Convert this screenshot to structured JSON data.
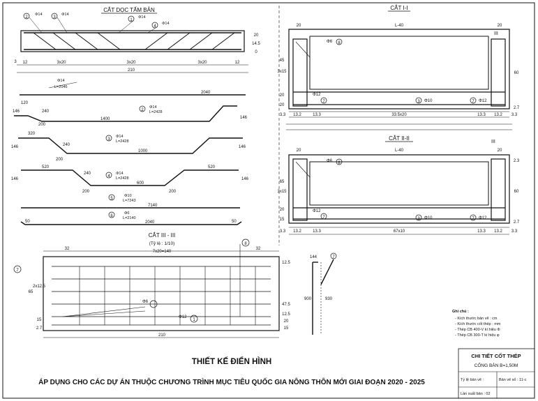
{
  "sections": {
    "long_title": "CẮT DỌC TẤM BẢN",
    "s11": "CẮT I-I",
    "s22": "CẮT II-II",
    "s33": "CẮT III - III",
    "s33_scale": "(Tỷ lệ : 1/10)",
    "roman_three": "III"
  },
  "top_view": {
    "bar_labels": [
      "Φ14",
      "Φ14",
      "Φ14",
      "Φ14"
    ],
    "marks": [
      "2",
      "3",
      "1",
      "4"
    ],
    "dims_bottom": [
      "12",
      "3x20",
      "3x20",
      "3x20",
      "12"
    ],
    "total": "210",
    "right_dims": [
      "20",
      "14.5",
      "0"
    ],
    "left_dim": "3"
  },
  "bars": [
    {
      "id": "1",
      "spec": "Φ14",
      "len": "L=2046",
      "dims": [
        "2040"
      ]
    },
    {
      "id": "2",
      "spec": "Φ14",
      "len": "L=2428",
      "dims": [
        "120",
        "146",
        "240",
        "200",
        "1400",
        "146"
      ]
    },
    {
      "id": "3",
      "spec": "Φ14",
      "len": "L=2428",
      "dims": [
        "320",
        "146",
        "240",
        "200",
        "1000",
        "146"
      ]
    },
    {
      "id": "4",
      "spec": "Φ14",
      "len": "L=2428",
      "dims": [
        "520",
        "146",
        "240",
        "200",
        "600",
        "520",
        "146",
        "200"
      ]
    },
    {
      "id": "5",
      "spec": "Φ10",
      "len": "L=7243",
      "dims": [
        "7140"
      ]
    },
    {
      "id": "6",
      "spec": "Φ6",
      "len": "L=2140",
      "dims": [
        "50",
        "2040",
        "50"
      ]
    }
  ],
  "sec_i": {
    "top": [
      "20",
      "L-40",
      "20"
    ],
    "left": [
      "45",
      "3x15",
      "20",
      "20"
    ],
    "right": [
      "60",
      "2.7"
    ],
    "bottom": [
      "3.3",
      "13.2",
      "13.3",
      "33.5x20",
      "13.3",
      "13.2",
      "3.3"
    ],
    "rebar": [
      "Φ6",
      "Φ12",
      "Φ10",
      "Φ12"
    ],
    "marks": [
      "8",
      "7",
      "3",
      "7"
    ]
  },
  "sec_ii": {
    "top": [
      "20",
      "L-40",
      "20"
    ],
    "left": [
      "65",
      "3x15",
      "20",
      "15"
    ],
    "right": [
      "60",
      "2.3",
      "2.7"
    ],
    "bottom": [
      "3.3",
      "13.2",
      "13.3",
      "67x10",
      "13.3",
      "13.2",
      "3.3"
    ],
    "rebar": [
      "Φ6",
      "Φ12",
      "Φ10",
      "Φ12"
    ],
    "marks": [
      "8",
      "7",
      "3",
      "7"
    ]
  },
  "sec_iii": {
    "top": [
      "32",
      "7x20=140",
      "32"
    ],
    "left": [
      "65",
      "2x12.5",
      "15",
      "2.7"
    ],
    "right": [
      "12.5",
      "47.5",
      "12.5",
      "20",
      "15"
    ],
    "total": "210",
    "rebar": [
      "Φ6",
      "Φ12"
    ],
    "marks": [
      "8",
      "7",
      "1"
    ]
  },
  "stirrup": {
    "dims": [
      "144",
      "900",
      "930"
    ],
    "mark": "7"
  },
  "notes": {
    "title": "Ghi chú :",
    "lines": [
      "- Kích thước bản vẽ : cm",
      "- Kích thước cốt thép : mm",
      "- Thép CB 400-V kí hiệu Φ",
      "- Thép CB 300-T kí hiệu φ"
    ]
  },
  "main_title": "THIẾT KẾ ĐIỂN HÌNH",
  "subtitle": "ÁP DỤNG CHO CÁC DỰ ÁN THUỘC CHƯƠNG TRÌNH MỤC TIÊU QUỐC GIA NÔNG THÔN MỚI GIAI ĐOẠN 2020 - 2025",
  "title_block": {
    "heading": "CHI TIẾT CỐT THÉP",
    "sub": "CỐNG BẢN B=1,50M",
    "scale_label": "Tỷ lệ bản vẽ :",
    "sheet_label": "Bản vẽ số : 11-c",
    "issue_label": "Lần xuất bản : 02"
  }
}
